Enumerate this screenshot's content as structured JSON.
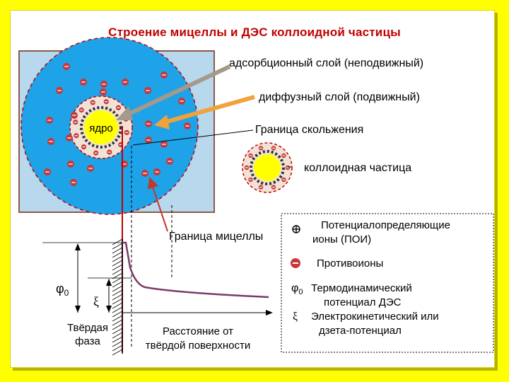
{
  "title": "Строение мицеллы  и   ДЭС  коллоидной частицы",
  "labels": {
    "adsorption_layer": "адсорбционный слой (неподвижный)",
    "diffuse_layer": "диффузный слой (подвижный)",
    "slip_boundary": "Граница скольжения",
    "colloid_particle": "коллоидная частица",
    "micelle_boundary": "Граница мицеллы",
    "core": "ядро"
  },
  "graph": {
    "phi0": "φ",
    "phi0_sub": "0",
    "xi": "ξ",
    "solid_phase_line1": "Твёрдая",
    "solid_phase_line2": "фаза",
    "distance_line1": "Расстояние от",
    "distance_line2": "твёрдой поверхности"
  },
  "legend": {
    "poi_symbol": "⊕",
    "poi_line1": "Потенциалопределяющие",
    "poi_line2": "ионы (ПОИ)",
    "counter_symbol": "−",
    "counter_text": "Противоионы",
    "phi_symbol": "φ",
    "phi_sub": "0",
    "phi_line1": "Термодинамический",
    "phi_line2": "потенциал ДЭС",
    "xi_symbol": "ξ",
    "xi_line1": "Электрокинетический или",
    "xi_line2": "дзета-потенциал"
  },
  "colors": {
    "background": "#ffff00",
    "title": "#c00000",
    "panel": "#b8d8ee",
    "diffuse": "#1ea2e8",
    "core": "#ffff00",
    "ion_red": "#c8373c",
    "arrow_gray": "#a39a8c",
    "arrow_orange": "#f2a23a",
    "micelle_line": "#c00000"
  }
}
